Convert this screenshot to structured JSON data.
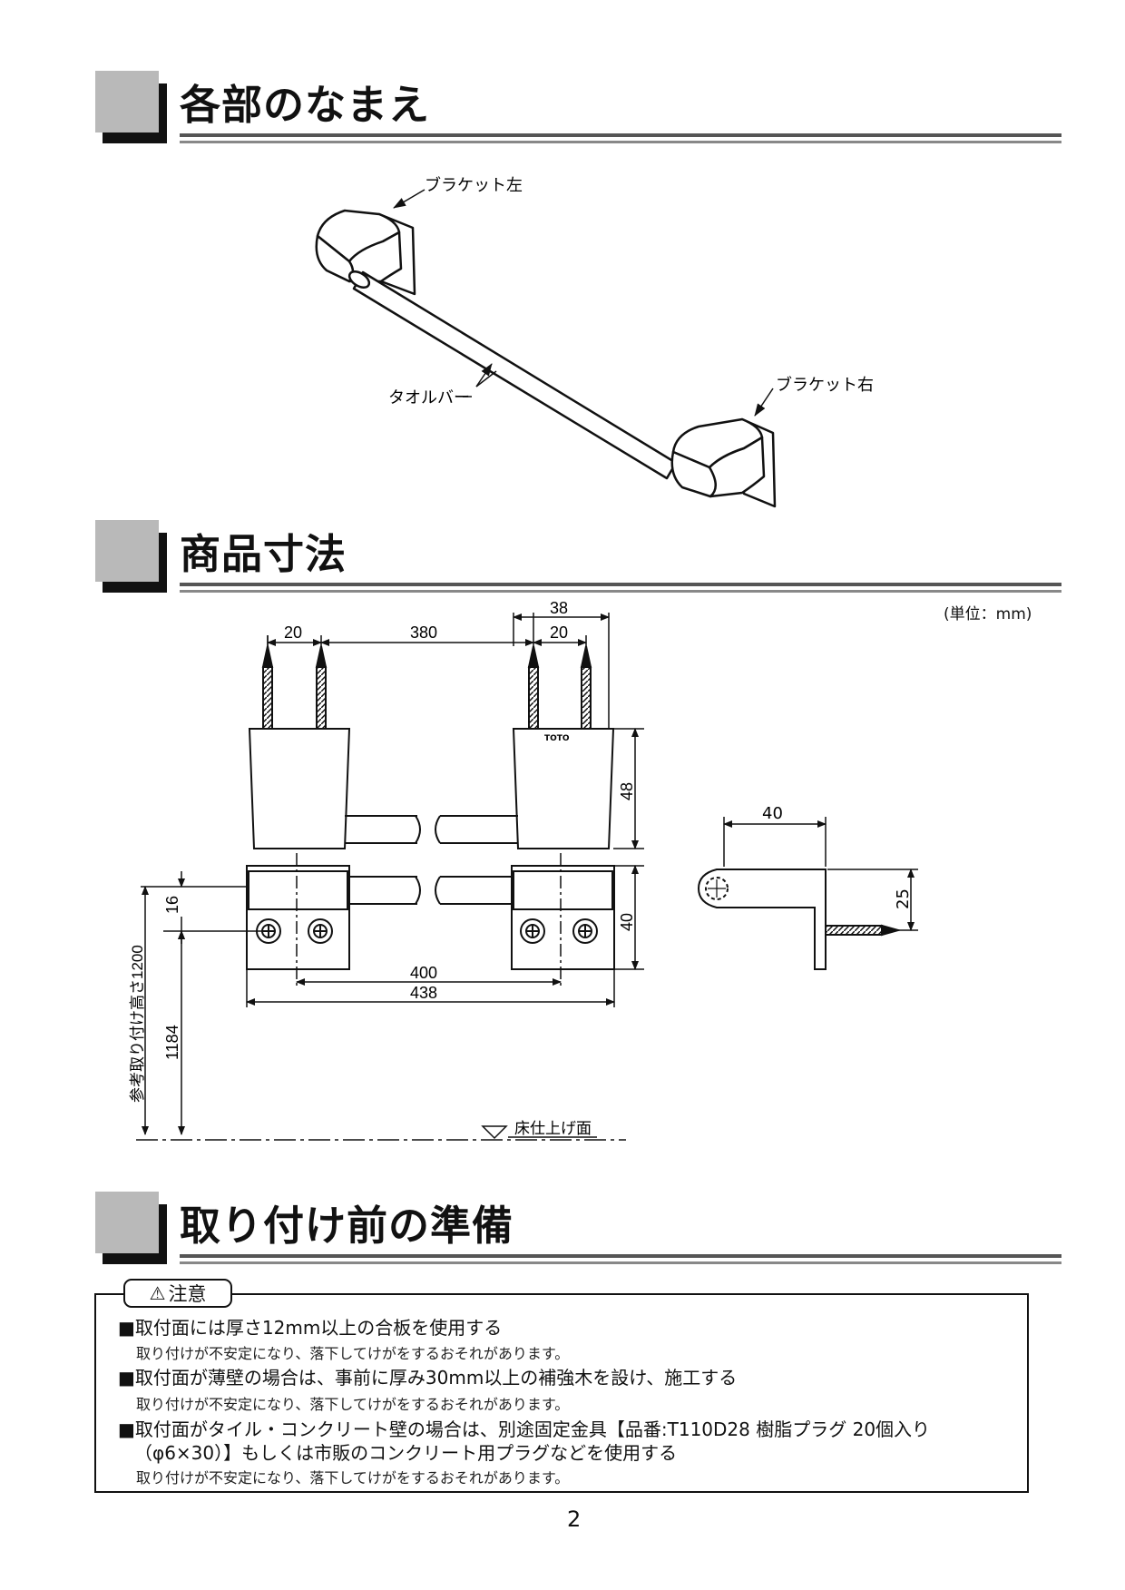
{
  "sections": [
    {
      "title": "各部のなまえ"
    },
    {
      "title": "商品寸法"
    },
    {
      "title": "取り付け前の準備"
    }
  ],
  "parts": {
    "bracket_left": "ブラケット左",
    "bracket_right": "ブラケット右",
    "towel_bar": "タオルバー"
  },
  "dimensions": {
    "unit": "(単位：mm)",
    "d20a": "20",
    "d380": "380",
    "d38": "38",
    "d20b": "20",
    "d48": "48",
    "d40": "40",
    "d16": "16",
    "d400": "400",
    "d438": "438",
    "d1184": "1184",
    "ref_height": "参考取り付け高さ1200",
    "side_40": "40",
    "side_25": "25",
    "floor": "床仕上げ面",
    "brand": "TOTO"
  },
  "caution": {
    "label": "注意",
    "items": [
      {
        "main": "■取付面には厚さ12mm以上の合板を使用する",
        "sub": "取り付けが不安定になり、落下してけがをするおそれがあります。"
      },
      {
        "main": "■取付面が薄壁の場合は、事前に厚み30mm以上の補強木を設け、施工する",
        "sub": "取り付けが不安定になり、落下してけがをするおそれがあります。"
      },
      {
        "main": "■取付面がタイル・コンクリート壁の場合は、別途固定金具【品番:T110D28 樹脂プラグ 20個入り",
        "main2": "（φ6×30）】もしくは市販のコンクリート用プラグなどを使用する",
        "sub": "取り付けが不安定になり、落下してけがをするおそれがあります。"
      }
    ]
  },
  "page_number": "2"
}
